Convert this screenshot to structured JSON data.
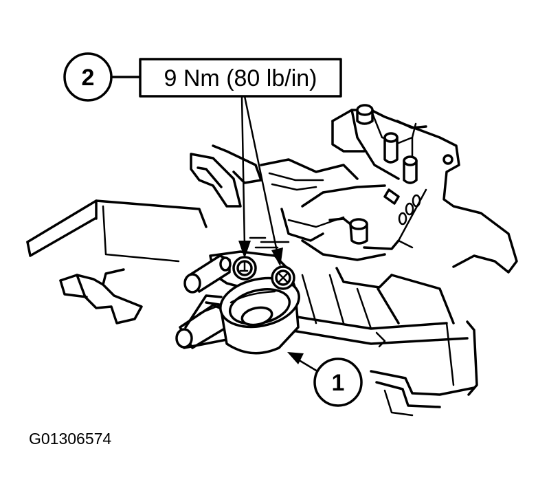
{
  "callouts": {
    "item_2": {
      "number": "2",
      "label": "9 Nm (80 lb/in)"
    },
    "item_1": {
      "number": "1"
    }
  },
  "figure_code": "G01306574"
}
